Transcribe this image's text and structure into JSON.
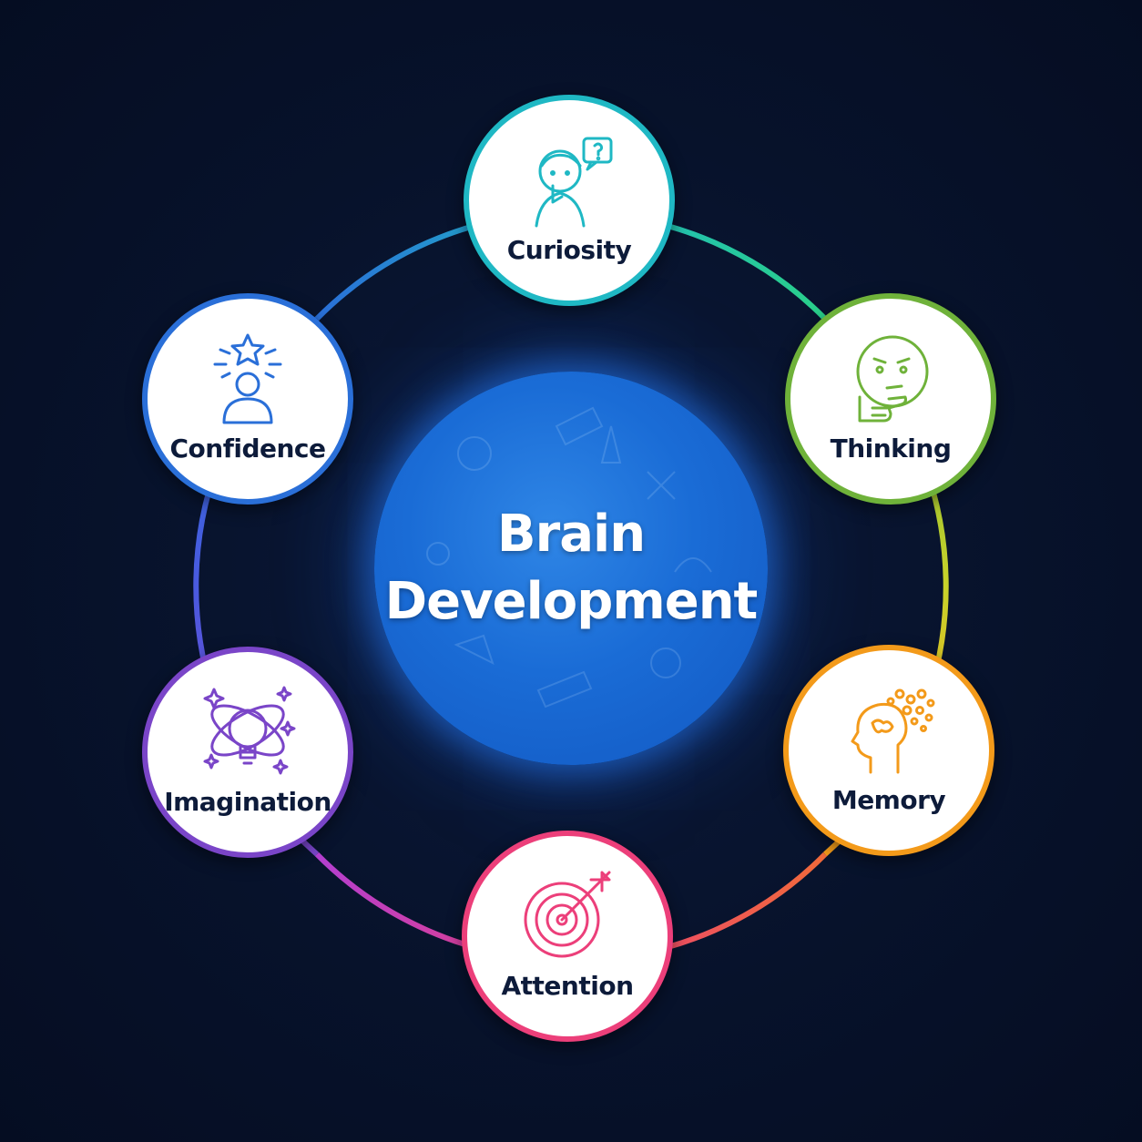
{
  "center": {
    "title": "Brain\nDevelopment",
    "color": "#1a6cd6"
  },
  "nodes": [
    {
      "id": "curiosity",
      "label": "Curiosity",
      "color": "#1fb8c4",
      "icon": "curious-child-icon"
    },
    {
      "id": "thinking",
      "label": "Thinking",
      "color": "#6fb23a",
      "icon": "thinking-face-icon"
    },
    {
      "id": "memory",
      "label": "Memory",
      "color": "#f39a1a",
      "icon": "head-memory-icon"
    },
    {
      "id": "attention",
      "label": "Attention",
      "color": "#ec3f7a",
      "icon": "target-arrow-icon"
    },
    {
      "id": "imagination",
      "label": "Imagination",
      "color": "#7a45c8",
      "icon": "lightbulb-orbit-icon"
    },
    {
      "id": "confidence",
      "label": "Confidence",
      "color": "#2a6fd8",
      "icon": "person-star-icon"
    }
  ],
  "ring_colors": [
    "#1fb8c4",
    "#2ad08a",
    "#6fb23a",
    "#c9d32a",
    "#f39a1a",
    "#f06a3a",
    "#ec3f7a",
    "#b43fd0",
    "#7a45c8",
    "#4a5ae0",
    "#2a6fd8",
    "#1a9ee0"
  ]
}
